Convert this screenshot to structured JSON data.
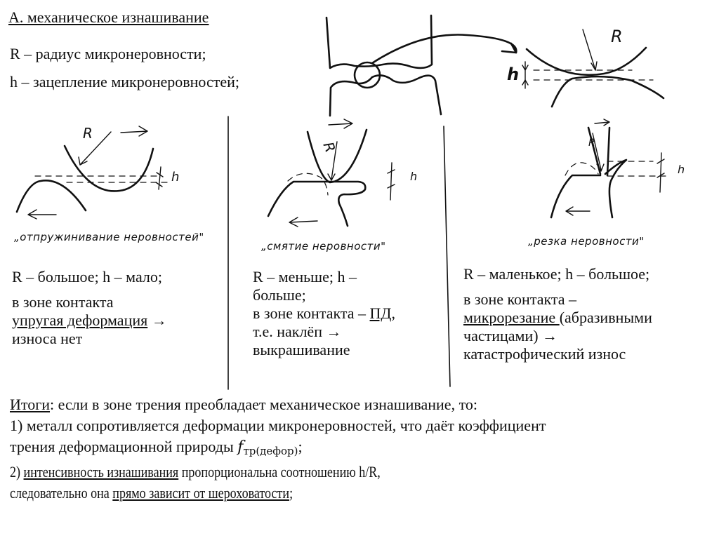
{
  "header": {
    "title": "А. механическое изнашивание",
    "def_r": "R – радиус микронеровности;",
    "def_h": "h – зацепление микронеровностей;"
  },
  "top_diagram": {
    "labels": {
      "radius": "R",
      "height": "h"
    }
  },
  "columns": [
    {
      "caption": "„отпружинивание неровностей\"",
      "sketch_labels": {
        "radius": "R",
        "height": "h"
      },
      "line1": "R – большое; h – мало;",
      "line2": "в зоне контакта",
      "line3_u": "упругая деформация",
      "line3_arrow": "→",
      "line4": "износа нет"
    },
    {
      "caption": "„смятие неровности\"",
      "sketch_labels": {
        "radius": "R",
        "height": "h"
      },
      "line1": "R – меньше; h –",
      "line2": "больше;",
      "line3_pre": "в зоне контакта – ",
      "line3_u": "ПД",
      "line3_post": ",",
      "line4": "т.е. наклёп →",
      "line5": "выкрашивание"
    },
    {
      "caption": "„резка неровности\"",
      "sketch_labels": {
        "radius": "R",
        "height": "h"
      },
      "line1": "R – маленькое; h – большое;",
      "line2": "в зоне контакта –",
      "line3_u": "микрорезание ",
      "line3_post": "(абразивными",
      "line4": "частицами) →",
      "line5": "катастрофический износ"
    }
  ],
  "summary": {
    "label_u": "Итоги",
    "intro": ": если в зоне трения преобладает механическое изнашивание, то:",
    "p1_a": "1) металл сопротивляется деформации микронеровностей, что даёт коэффициент",
    "p1_b": "трения деформационной природы ",
    "p1_f": "f",
    "p1_sub": "тр(дефор)",
    "p1_end": ";",
    "p2_num": "2) ",
    "p2_u": "интенсивность изнашивания",
    "p2_rest": " пропорциональна соотношению h/R,",
    "p3_pre": "следовательно она ",
    "p3_u": "прямо зависит от шероховатости",
    "p3_end": ";"
  }
}
